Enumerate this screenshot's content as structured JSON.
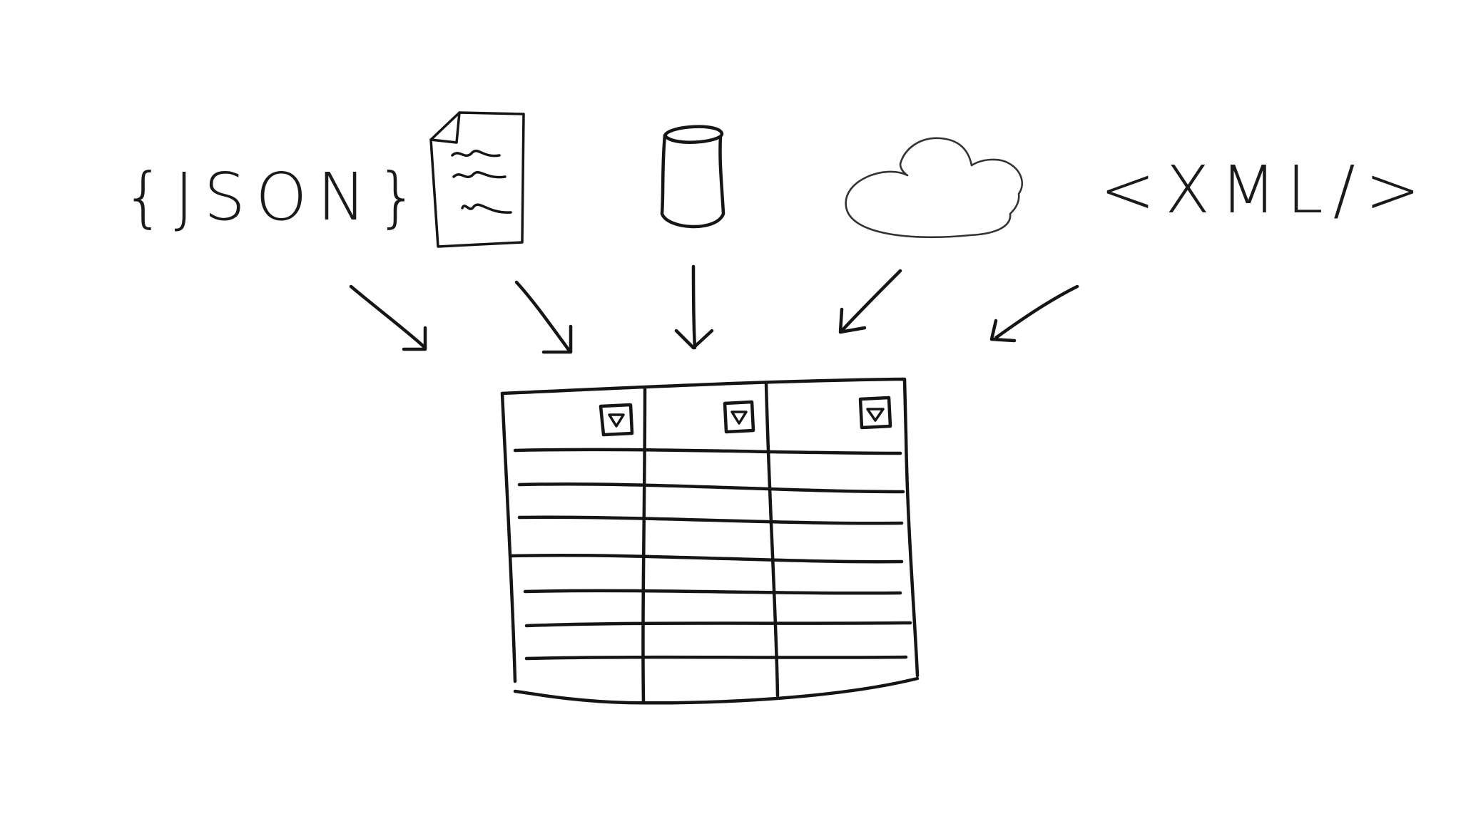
{
  "sources": {
    "json": {
      "label": "{JSON}",
      "icon": "json-braces-icon"
    },
    "document": {
      "icon": "document-icon"
    },
    "database": {
      "icon": "database-cylinder-icon"
    },
    "cloud": {
      "icon": "cloud-icon"
    },
    "xml": {
      "label": "<XML/>",
      "icon": "xml-tag-icon"
    }
  },
  "table": {
    "icon": "table-grid-icon",
    "column_count": 3,
    "row_count": 7,
    "header_filter_icon": "filter-dropdown-icon"
  },
  "arrows": {
    "icon": "arrow-down-icon",
    "count": 5
  }
}
